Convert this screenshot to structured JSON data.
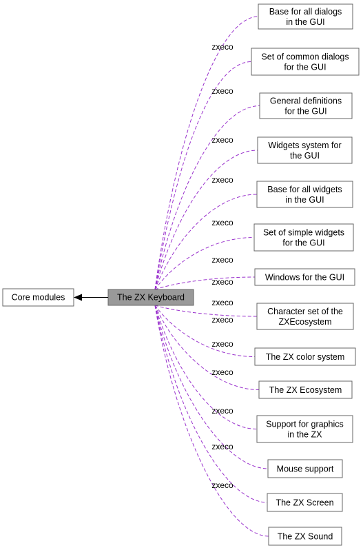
{
  "center": {
    "label": "The ZX Keyboard"
  },
  "parent": {
    "label": "Core modules"
  },
  "edge_label": "zxeco",
  "modules": [
    {
      "lines": [
        "Base for all dialogs",
        "in the GUI"
      ]
    },
    {
      "lines": [
        "Set of common dialogs",
        "for the GUI"
      ]
    },
    {
      "lines": [
        "General definitions",
        "for the GUI"
      ]
    },
    {
      "lines": [
        "Widgets system for",
        "the GUI"
      ]
    },
    {
      "lines": [
        "Base for all widgets",
        "in the GUI"
      ]
    },
    {
      "lines": [
        "Set of simple widgets",
        "for the GUI"
      ]
    },
    {
      "lines": [
        "Windows for the GUI"
      ]
    },
    {
      "lines": [
        "Character set of the",
        "ZXEcosystem"
      ]
    },
    {
      "lines": [
        "The ZX color system"
      ]
    },
    {
      "lines": [
        "The ZX Ecosystem"
      ]
    },
    {
      "lines": [
        "Support for graphics",
        "in the ZX"
      ]
    },
    {
      "lines": [
        "Mouse support"
      ]
    },
    {
      "lines": [
        "The ZX Screen"
      ]
    },
    {
      "lines": [
        "The ZX Sound"
      ]
    }
  ],
  "colors": {
    "edge": "#9a32cd",
    "center_fill": "#999999",
    "border": "#666666"
  }
}
